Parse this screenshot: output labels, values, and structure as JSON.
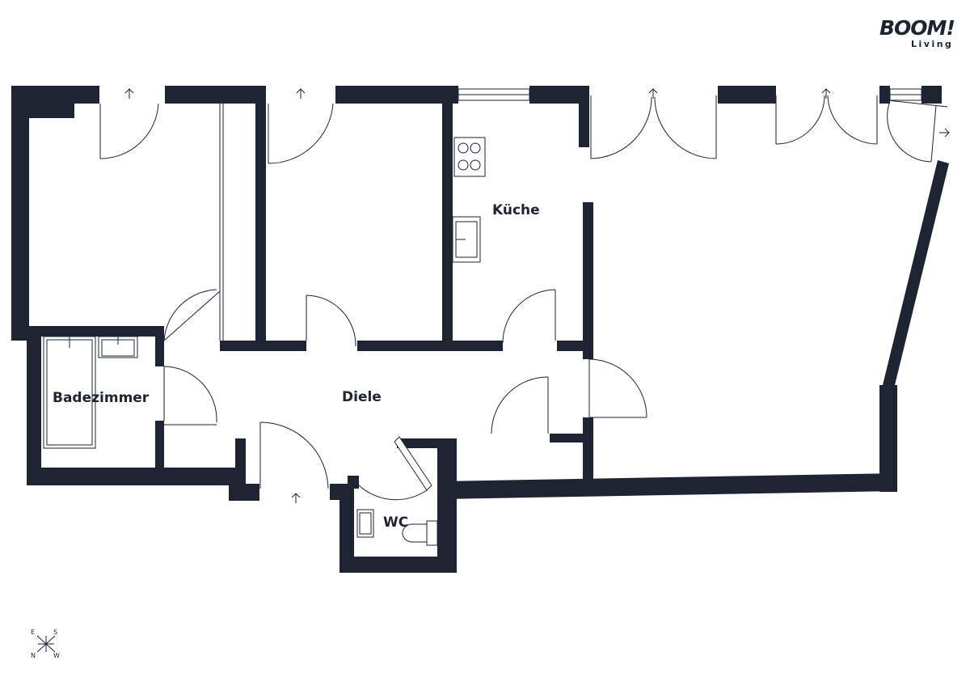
{
  "logo": {
    "main": "BOOM!",
    "sub": "Living"
  },
  "rooms": {
    "kitchen": "Küche",
    "hall": "Diele",
    "bathroom": "Badezimmer",
    "wc": "WC"
  },
  "compass": {
    "e": "E",
    "s": "S",
    "n": "N",
    "w": "W"
  },
  "colors": {
    "wall": "#1e2431",
    "background": "#ffffff"
  }
}
